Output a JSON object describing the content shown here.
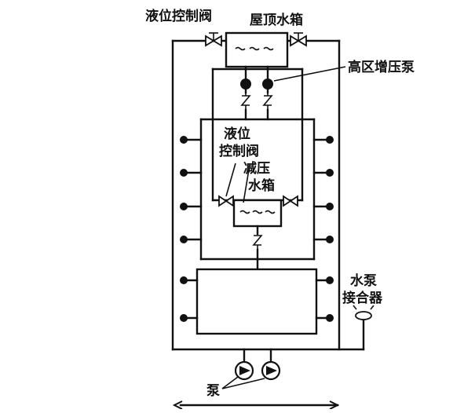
{
  "labels": {
    "roof_valve": "液位控制阀",
    "roof_tank": "屋顶水箱",
    "high_pump": "高区增压泵",
    "mid_valve_line1": "液位",
    "mid_valve_line2": "控制阀",
    "reducer_line1": "减压",
    "reducer_line2": "水箱",
    "connector_line1": "水泵",
    "connector_line2": "接合器",
    "pumps": "泵"
  }
}
